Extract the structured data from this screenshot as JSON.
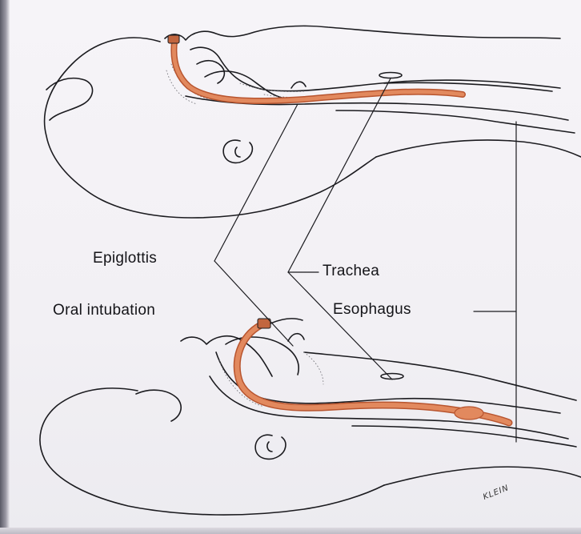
{
  "labels": {
    "epiglottis": "Epiglottis",
    "trachea": "Trachea",
    "oral_intubation": "Oral intubation",
    "esophagus": "Esophagus",
    "signature": "KLEIN"
  },
  "colors": {
    "line": "#1b1b1f",
    "tube": "#e2895e",
    "tube_dark": "#b8552f",
    "stipple": "#6a6a70"
  }
}
